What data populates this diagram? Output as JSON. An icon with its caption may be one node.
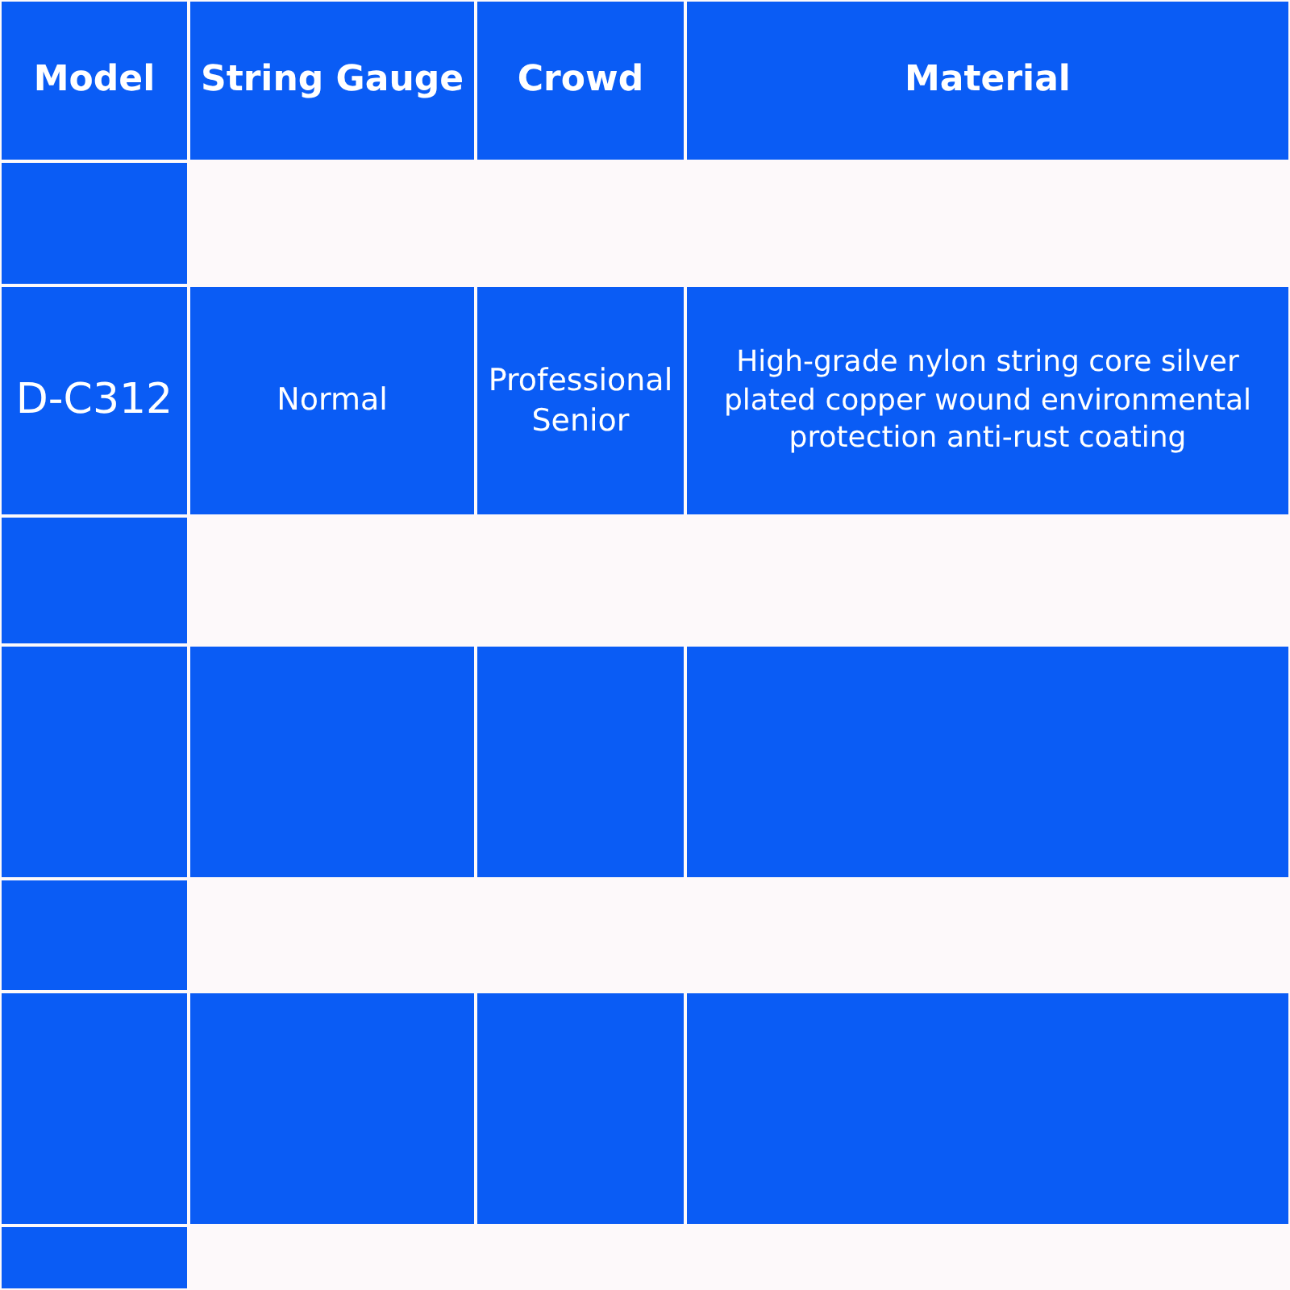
{
  "diagram": {
    "labels": [
      "Model",
      "String Gauge",
      "Crowd",
      "Material",
      "D-C312",
      "Normal",
      "Professional Senior",
      "High-grade nylon string core silver plated copper wound environmental protection anti-rust coating"
    ]
  }
}
